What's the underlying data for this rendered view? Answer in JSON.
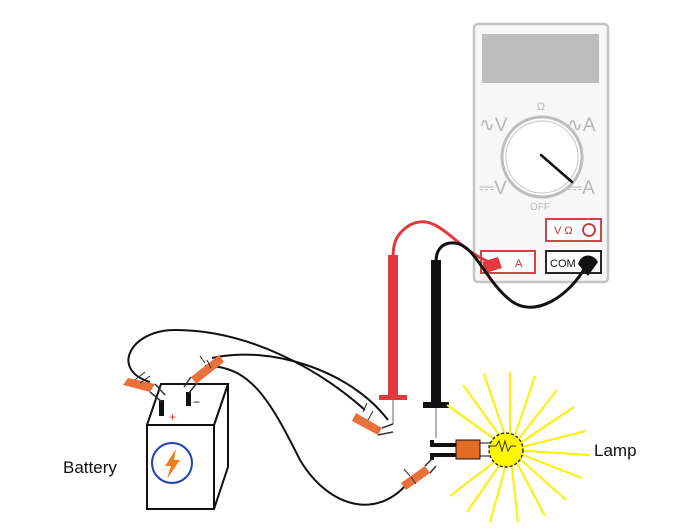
{
  "meter": {
    "dial_top": "Ω",
    "dial_left_top": "∿V",
    "dial_right_top": "∿A",
    "dial_left_bottom": "⎓V",
    "dial_right_bottom": "⎓A",
    "dial_off": "OFF",
    "jack_vohm": "V Ω",
    "jack_a": "A",
    "jack_com": "COM",
    "dial_setting": "⎓A"
  },
  "labels": {
    "battery": "Battery",
    "lamp": "Lamp",
    "battery_plus": "+",
    "battery_minus": "−"
  },
  "colors": {
    "red_lead": "#e0393e",
    "black_lead": "#111111",
    "meter_body": "#f5f5f5",
    "meter_outline": "#c0c0c0",
    "display": "#bdbdbd",
    "jack_red": "#c83232",
    "clip_orange": "#e8703a",
    "lamp_glow": "#fff700",
    "lamp_base": "#e36c22",
    "battery_icon": "#1f3fbf",
    "bolt": "#f07f1a"
  },
  "icons": {
    "battery_symbol": "lightning-bolt-icon",
    "lamp_symbol": "light-bulb-icon"
  }
}
